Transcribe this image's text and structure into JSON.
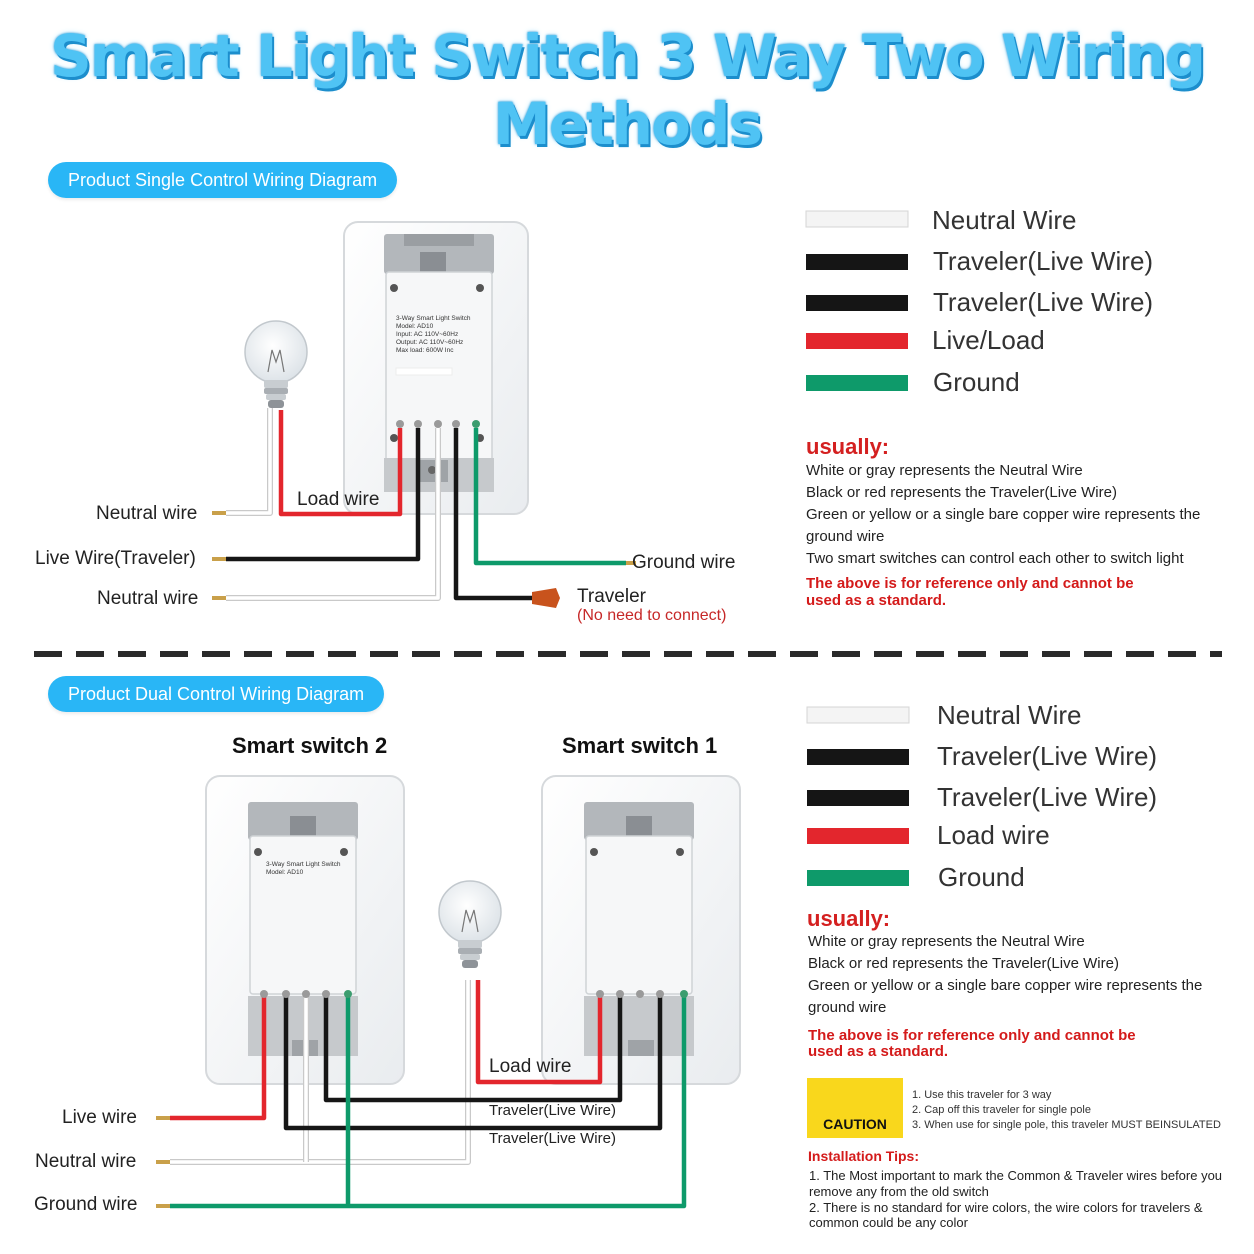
{
  "title": "Smart Light Switch 3 Way Two Wiring Methods",
  "colors": {
    "accent": "#29b6f6",
    "neutral": "#ffffff",
    "traveler": "#1a1a1a",
    "load": "#e3262d",
    "ground": "#0e9a6a",
    "warning": "#d41a1a",
    "caution": "#f9d71c"
  },
  "single": {
    "pill": "Product Single Control Wiring Diagram",
    "legend": [
      {
        "label": "Neutral Wire",
        "color": "white"
      },
      {
        "label": "Traveler(Live Wire)",
        "color": "black"
      },
      {
        "label": "Traveler(Live Wire)",
        "color": "black"
      },
      {
        "label": "Live/Load",
        "color": "red"
      },
      {
        "label": "Ground",
        "color": "green"
      }
    ],
    "usually_title": "usually:",
    "notes": [
      "White or gray represents the Neutral Wire",
      "Black or red represents the Traveler(Live Wire)",
      "Green or yellow or a single bare copper wire represents the",
      "ground wire",
      "Two smart switches can control each other to switch light"
    ],
    "warning": [
      "The above is for reference only and cannot be",
      "used as a standard."
    ],
    "labels": {
      "neutral_top": "Neutral wire",
      "load": "Load wire",
      "live": "Live Wire(Traveler)",
      "neutral_bottom": "Neutral wire",
      "ground": "Ground wire",
      "traveler": "Traveler",
      "traveler_note": "(No need to connect)"
    },
    "device_text": [
      "3-Way Smart Light Switch",
      "Model: AD10",
      "Input: AC 110V~60Hz",
      "Output: AC 110V~60Hz",
      "Max load: 600W Inc"
    ]
  },
  "dual": {
    "pill": "Product Dual Control Wiring Diagram",
    "switch2": "Smart switch 2",
    "switch1": "Smart switch 1",
    "legend": [
      {
        "label": "Neutral Wire",
        "color": "white"
      },
      {
        "label": "Traveler(Live Wire)",
        "color": "black"
      },
      {
        "label": "Traveler(Live Wire)",
        "color": "black"
      },
      {
        "label": "Load wire",
        "color": "red"
      },
      {
        "label": "Ground",
        "color": "green"
      }
    ],
    "usually_title": "usually:",
    "notes": [
      "White or gray represents the Neutral Wire",
      "Black or red represents the Traveler(Live Wire)",
      "Green or yellow or a single bare copper wire represents the",
      "ground wire"
    ],
    "warning": [
      "The above is for reference only and cannot be",
      "used as a standard."
    ],
    "labels": {
      "live": "Live wire",
      "neutral": "Neutral wire",
      "ground": "Ground wire",
      "load": "Load wire",
      "traveler1": "Traveler(Live Wire)",
      "traveler2": "Traveler(Live Wire)"
    },
    "device_text": [
      "3-Way Smart Light Switch",
      "Model: AD10"
    ],
    "caution_label": "CAUTION",
    "caution_items": [
      "1. Use this traveler for 3 way",
      "2. Cap off this traveler for single pole",
      "3. When use for single pole, this traveler MUST BEINSULATED"
    ],
    "tips_title": "Installation Tips:",
    "tips": [
      "1. The Most important to mark the Common & Traveler wires before you",
      "remove any from the old switch",
      "2. There is no standard for wire colors, the wire colors for travelers &",
      "common could be any color"
    ]
  }
}
